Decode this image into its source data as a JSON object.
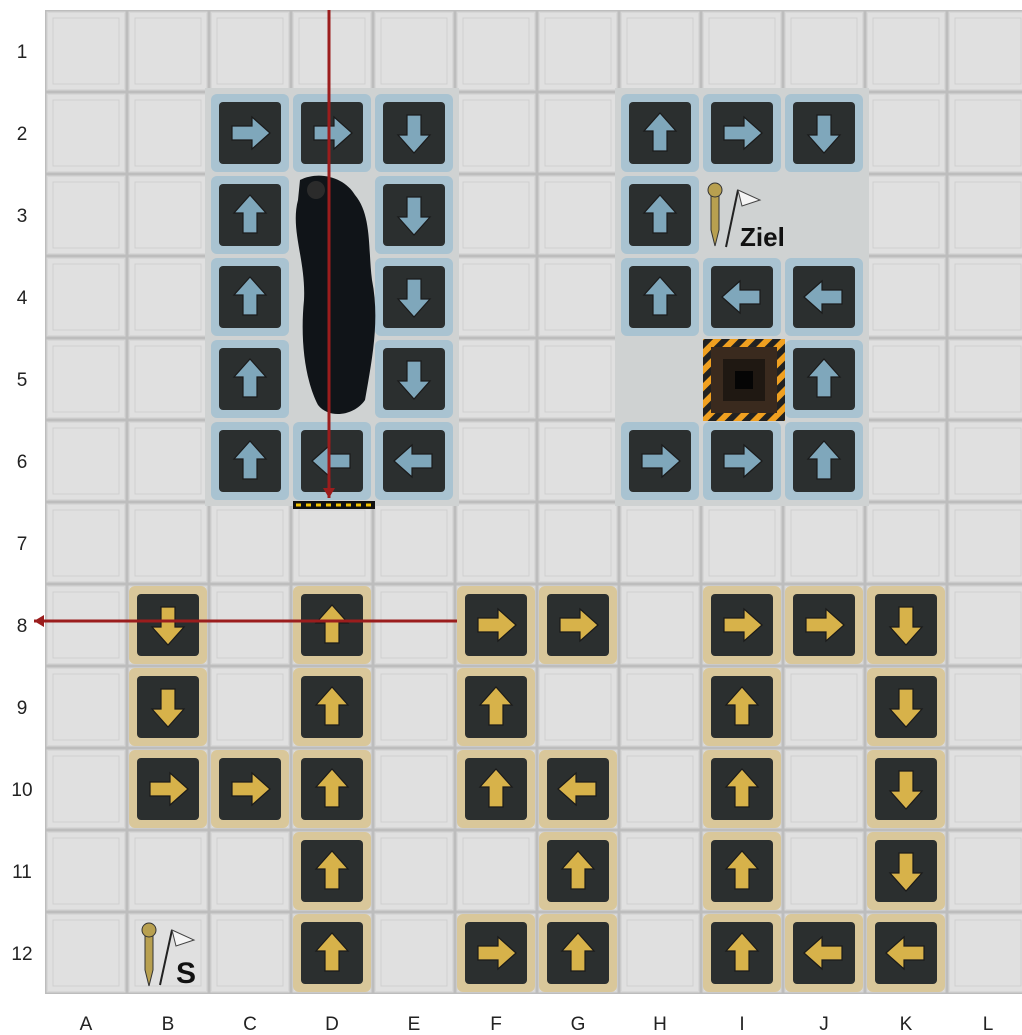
{
  "board": {
    "columns": [
      "A",
      "B",
      "C",
      "D",
      "E",
      "F",
      "G",
      "H",
      "I",
      "J",
      "K",
      "L"
    ],
    "rows": [
      "1",
      "2",
      "3",
      "4",
      "5",
      "6",
      "7",
      "8",
      "9",
      "10",
      "11",
      "12"
    ]
  },
  "markers": {
    "start_label": "S",
    "goal_label": "Ziel"
  },
  "colors": {
    "blue_arrow": "#7fa7bb",
    "gold_arrow": "#d7b24a",
    "belt": "#2b2f2f",
    "laser": "#9b1d1d"
  },
  "conveyors": {
    "blue": [
      {
        "cell": "C2",
        "dir": "right"
      },
      {
        "cell": "D2",
        "dir": "right"
      },
      {
        "cell": "E2",
        "dir": "down"
      },
      {
        "cell": "C3",
        "dir": "up"
      },
      {
        "cell": "E3",
        "dir": "down"
      },
      {
        "cell": "C4",
        "dir": "up"
      },
      {
        "cell": "E4",
        "dir": "down"
      },
      {
        "cell": "C5",
        "dir": "up"
      },
      {
        "cell": "E5",
        "dir": "down"
      },
      {
        "cell": "C6",
        "dir": "up"
      },
      {
        "cell": "D6",
        "dir": "left"
      },
      {
        "cell": "E6",
        "dir": "left"
      },
      {
        "cell": "H2",
        "dir": "up"
      },
      {
        "cell": "I2",
        "dir": "right"
      },
      {
        "cell": "J2",
        "dir": "down"
      },
      {
        "cell": "H3",
        "dir": "up"
      },
      {
        "cell": "H4",
        "dir": "up"
      },
      {
        "cell": "I4",
        "dir": "left"
      },
      {
        "cell": "J4",
        "dir": "left"
      },
      {
        "cell": "J5",
        "dir": "up"
      },
      {
        "cell": "H6",
        "dir": "right"
      },
      {
        "cell": "I6",
        "dir": "right"
      },
      {
        "cell": "J6",
        "dir": "up"
      }
    ],
    "gold": [
      {
        "cell": "B8",
        "dir": "down"
      },
      {
        "cell": "B9",
        "dir": "down"
      },
      {
        "cell": "B10",
        "dir": "right"
      },
      {
        "cell": "C10",
        "dir": "right"
      },
      {
        "cell": "D8",
        "dir": "up"
      },
      {
        "cell": "D9",
        "dir": "up"
      },
      {
        "cell": "D10",
        "dir": "up"
      },
      {
        "cell": "D11",
        "dir": "up"
      },
      {
        "cell": "D12",
        "dir": "up"
      },
      {
        "cell": "F8",
        "dir": "right"
      },
      {
        "cell": "G8",
        "dir": "right"
      },
      {
        "cell": "F9",
        "dir": "up"
      },
      {
        "cell": "F10",
        "dir": "up"
      },
      {
        "cell": "G10",
        "dir": "left"
      },
      {
        "cell": "G11",
        "dir": "up"
      },
      {
        "cell": "F12",
        "dir": "right"
      },
      {
        "cell": "G12",
        "dir": "up"
      },
      {
        "cell": "I8",
        "dir": "right"
      },
      {
        "cell": "J8",
        "dir": "right"
      },
      {
        "cell": "K8",
        "dir": "down"
      },
      {
        "cell": "I9",
        "dir": "up"
      },
      {
        "cell": "K9",
        "dir": "down"
      },
      {
        "cell": "I10",
        "dir": "up"
      },
      {
        "cell": "K10",
        "dir": "down"
      },
      {
        "cell": "I11",
        "dir": "up"
      },
      {
        "cell": "K11",
        "dir": "down"
      },
      {
        "cell": "I12",
        "dir": "up"
      },
      {
        "cell": "J12",
        "dir": "left"
      },
      {
        "cell": "K12",
        "dir": "left"
      }
    ]
  },
  "lasers": [
    {
      "from": "D1",
      "to": "D6",
      "dir": "down"
    },
    {
      "from": "F8",
      "to": "A8",
      "dir": "left"
    }
  ]
}
